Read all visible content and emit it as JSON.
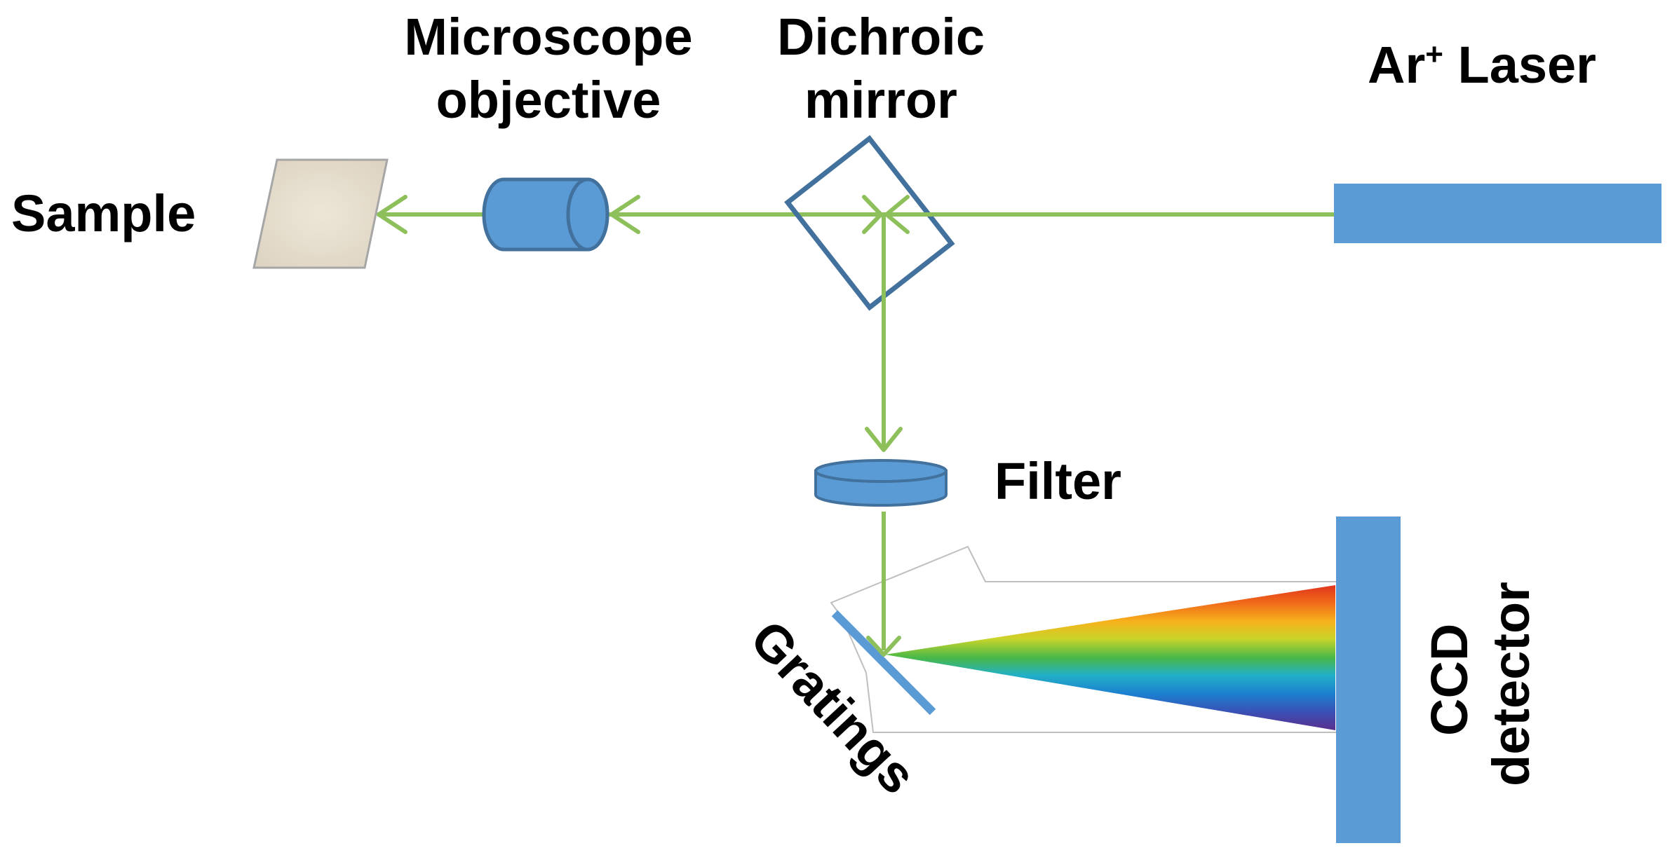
{
  "labels": {
    "sample": "Sample",
    "objective_line1": "Microscope",
    "objective_line2": "objective",
    "dichroic_line1": "Dichroic",
    "dichroic_line2": "mirror",
    "laser_main": "Ar",
    "laser_superscript": "+",
    "laser_suffix": " Laser",
    "filter": "Filter",
    "gratings": "Gratings",
    "ccd_line1": "CCD",
    "ccd_line2": "detector"
  },
  "colors": {
    "beam": "#8DC05A",
    "component_fill": "#5B9BD5",
    "component_stroke": "#41719C",
    "sample_fill": "#E8E0D2",
    "sample_stroke": "#A6A6A6",
    "housing_stroke": "#BFBFBF",
    "spectrum": [
      "#E0341C",
      "#F06A1A",
      "#F6B21B",
      "#C9D42A",
      "#48B848",
      "#22B0C6",
      "#1C7FD0",
      "#3B4FB4",
      "#5A2F8E"
    ]
  }
}
